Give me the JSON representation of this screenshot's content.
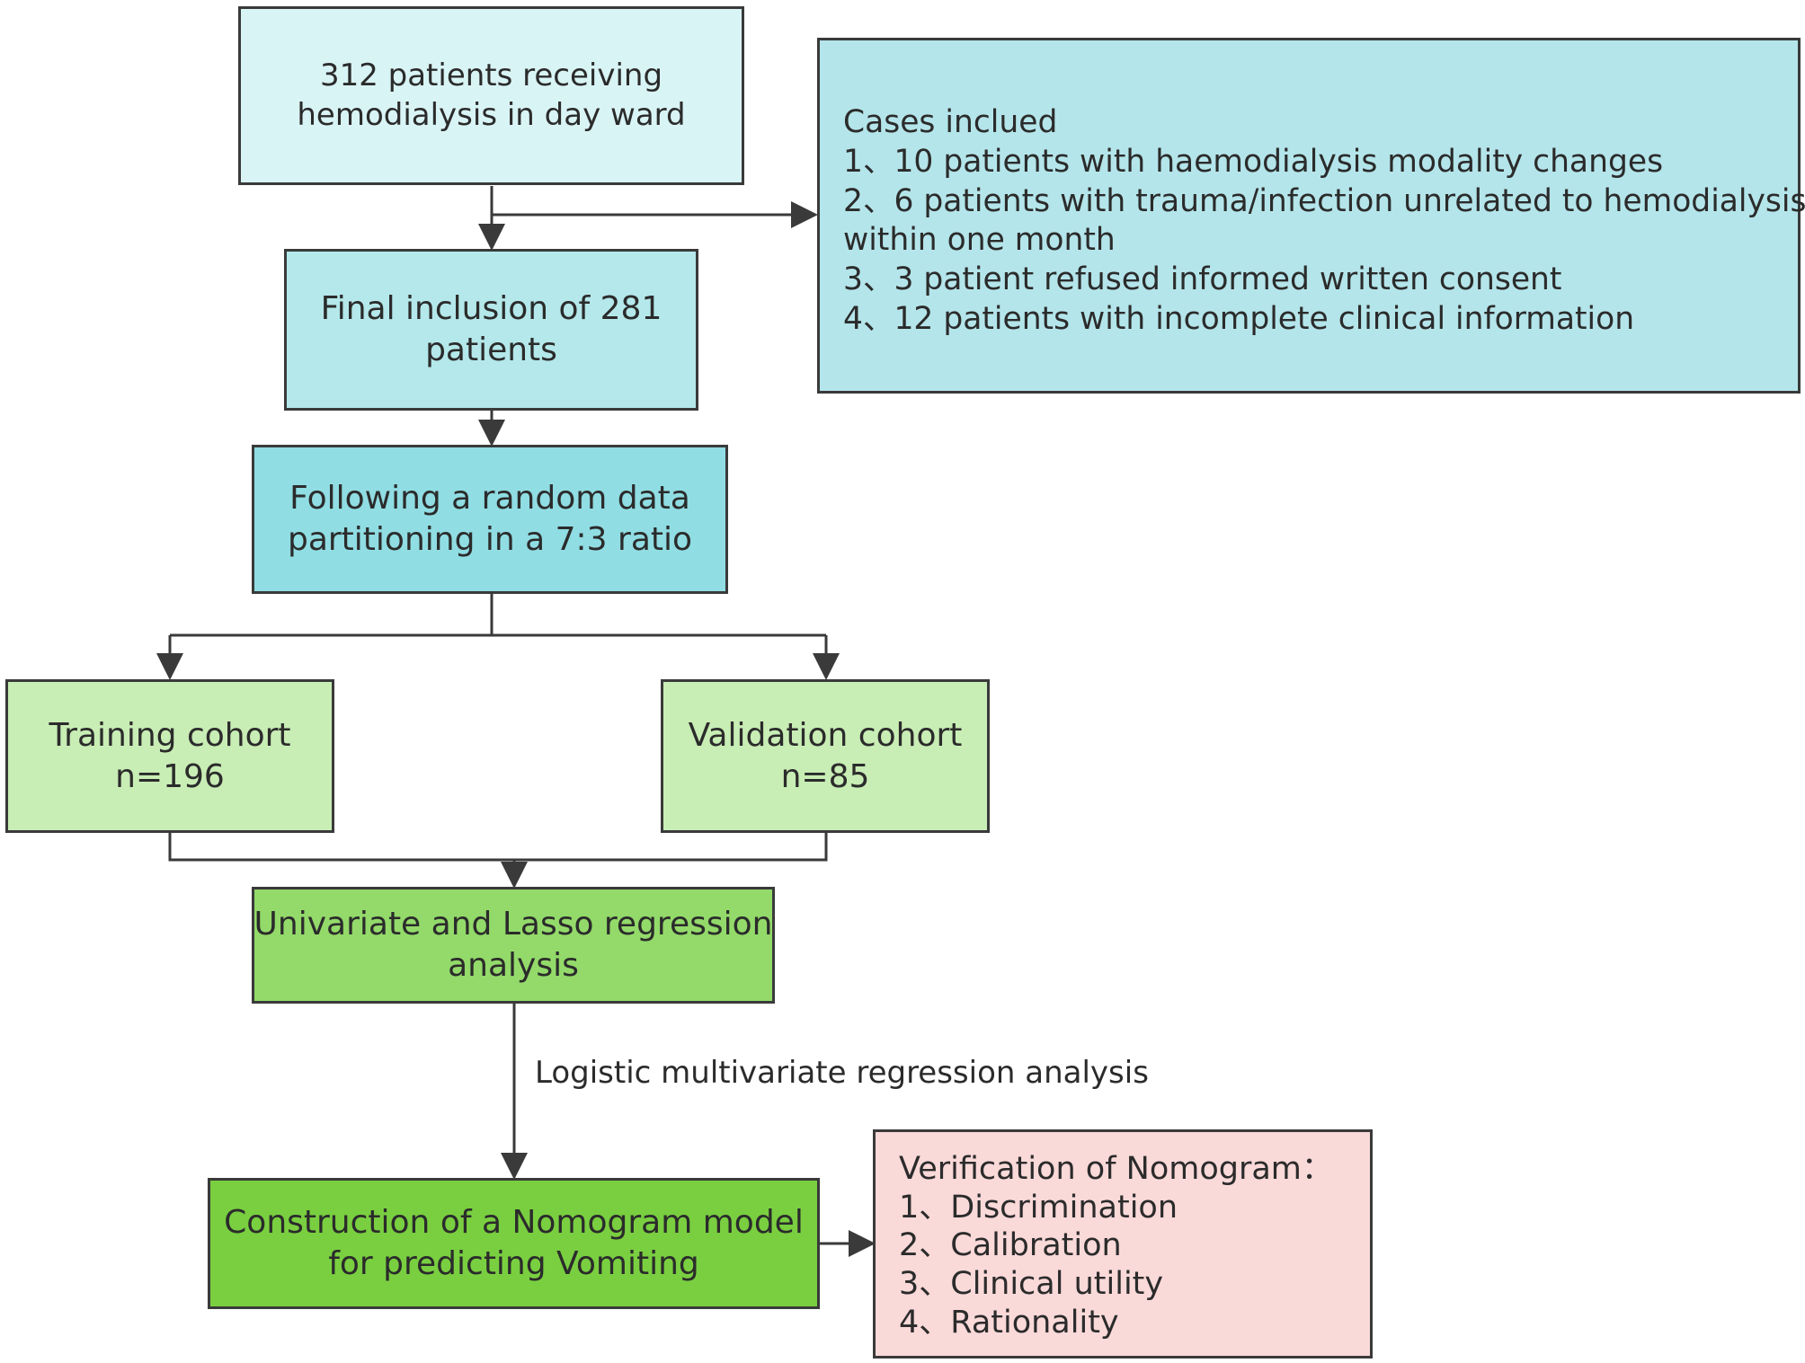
{
  "colors": {
    "box1": "#d9f4f5",
    "exclusion": "#b4e5ea",
    "inclusion": "#b4e8ea",
    "partition": "#90dde3",
    "cohort": "#c8edb5",
    "analysis": "#93da6a",
    "nomogram": "#79cf40",
    "verification": "#fad9d9",
    "stroke": "#3a3a3a"
  },
  "nodes": {
    "start": {
      "lines": [
        "312 patients receiving",
        "hemodialysis in day ward"
      ]
    },
    "exclusion": {
      "lines": [
        "Cases inclued",
        "1、10 patients with haemodialysis modality changes",
        "2、6 patients with trauma/infection unrelated to hemodialysis",
        "within one month",
        "3、3 patient refused informed written consent",
        "4、12 patients with incomplete clinical information"
      ]
    },
    "inclusion": {
      "lines": [
        "Final inclusion of 281",
        "patients"
      ]
    },
    "partition": {
      "lines": [
        "Following a random data",
        "partitioning in a 7:3 ratio"
      ]
    },
    "training": {
      "lines": [
        "Training cohort",
        "n=196"
      ]
    },
    "validation": {
      "lines": [
        "Validation cohort",
        "n=85"
      ]
    },
    "analysis": {
      "lines": [
        "Univariate and Lasso regression",
        "analysis"
      ]
    },
    "nomogram": {
      "lines": [
        "Construction of a Nomogram model",
        "for predicting Vomiting"
      ]
    },
    "verification": {
      "lines": [
        "Verification of Nomogram：",
        "1、Discrimination",
        "2、Calibration",
        "3、Clinical utility",
        "4、Rationality"
      ]
    }
  },
  "edge_labels": {
    "logistic": "Logistic multivariate regression analysis"
  }
}
